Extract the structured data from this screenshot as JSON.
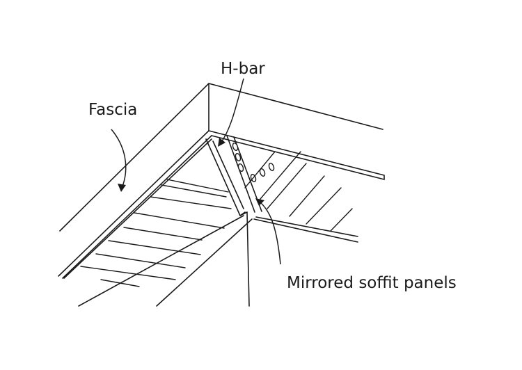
{
  "labels": {
    "fascia": "Fascia",
    "hbar": "H-bar",
    "mirrored": "Mirrored soffit panels"
  }
}
